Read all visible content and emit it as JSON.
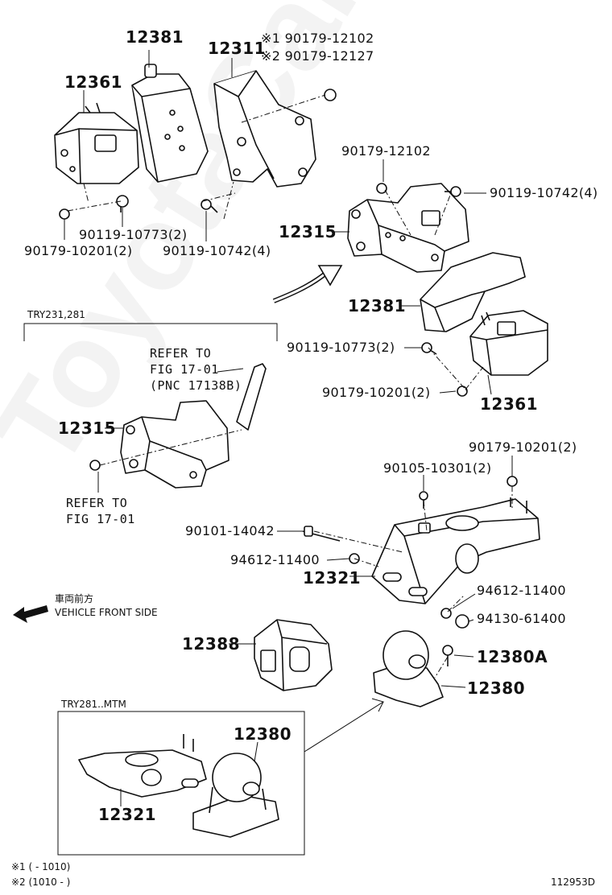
{
  "watermark": "ToyotaCarMile.ru",
  "parts": {
    "p12381_top": "12381",
    "p12311": "12311",
    "p12361_top": "12361",
    "p12315_main": "12315",
    "p12381_mid": "12381",
    "p12361_mid": "12361",
    "p12315_sub": "12315",
    "p12321": "12321",
    "p12388": "12388",
    "p12380A": "12380A",
    "p12380": "12380",
    "p12380_inset": "12380",
    "p12321_inset": "12321"
  },
  "fasteners": {
    "f_note1": "※1 90179-12102",
    "f_note2": "※2 90179-12127",
    "f_90179_12102": "90179-12102",
    "f_90119_10742_4_right": "90119-10742(4)",
    "f_90119_10773_2_top": "90119-10773(2)",
    "f_90179_10201_2_top": "90179-10201(2)",
    "f_90119_10742_4_left": "90119-10742(4)",
    "f_90119_10773_2_mid": "90119-10773(2)",
    "f_90179_10201_2_mid": "90179-10201(2)",
    "f_90179_10201_2_low": "90179-10201(2)",
    "f_90105_10301_2": "90105-10301(2)",
    "f_90101_14042": "90101-14042",
    "f_94612_11400_left": "94612-11400",
    "f_94612_11400_right": "94612-11400",
    "f_94130_61400": "94130-61400"
  },
  "refs": {
    "refer_to_1": "REFER TO",
    "fig_1": "FIG 17-01",
    "pnc": "(PNC 17138B)",
    "refer_to_2": "REFER TO",
    "fig_2": "FIG 17-01"
  },
  "sections": {
    "try231": "TRY231,281",
    "try281": "TRY281..MTM"
  },
  "direction": {
    "jp": "車両前方",
    "en": "VEHICLE FRONT SIDE"
  },
  "footnotes": {
    "n1": "※1 (      - 1010)",
    "n2": "※2 (1010 -       )"
  },
  "diagram_id": "112953D"
}
